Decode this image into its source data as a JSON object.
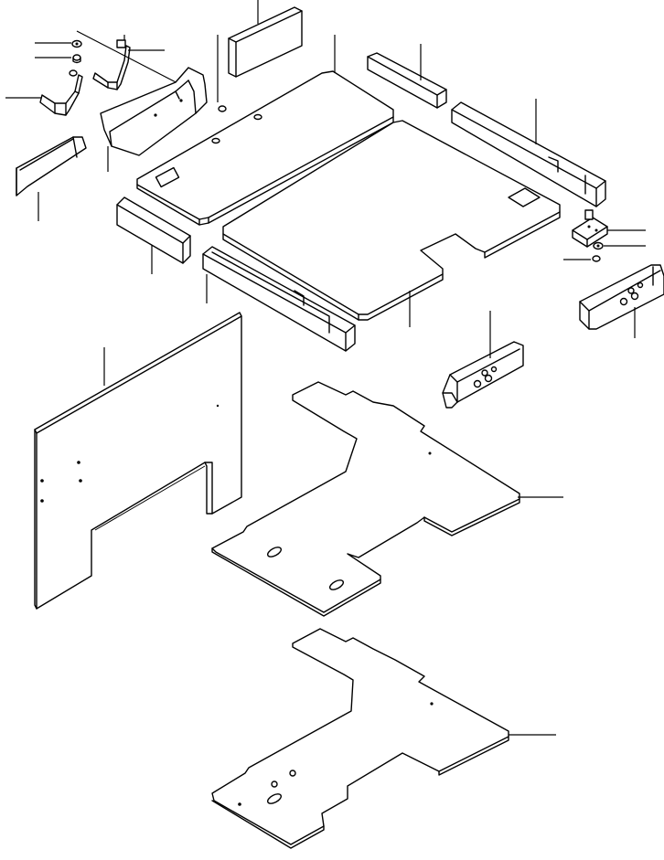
{
  "diagram": {
    "kind": "exploded-parts-view",
    "parts": [
      "top-mat",
      "front-block",
      "rear-block-left",
      "rear-block-right",
      "floor-plate-left",
      "floor-plate-right",
      "side-block-left",
      "side-block-right",
      "bracket-left",
      "bracket-right",
      "cover-plate",
      "end-block-left",
      "end-block-right",
      "corner-block",
      "side-panel",
      "floor-mat-upper",
      "floor-mat-lower",
      "small-bracket",
      "nut",
      "washer",
      "bolt"
    ],
    "labels": []
  }
}
